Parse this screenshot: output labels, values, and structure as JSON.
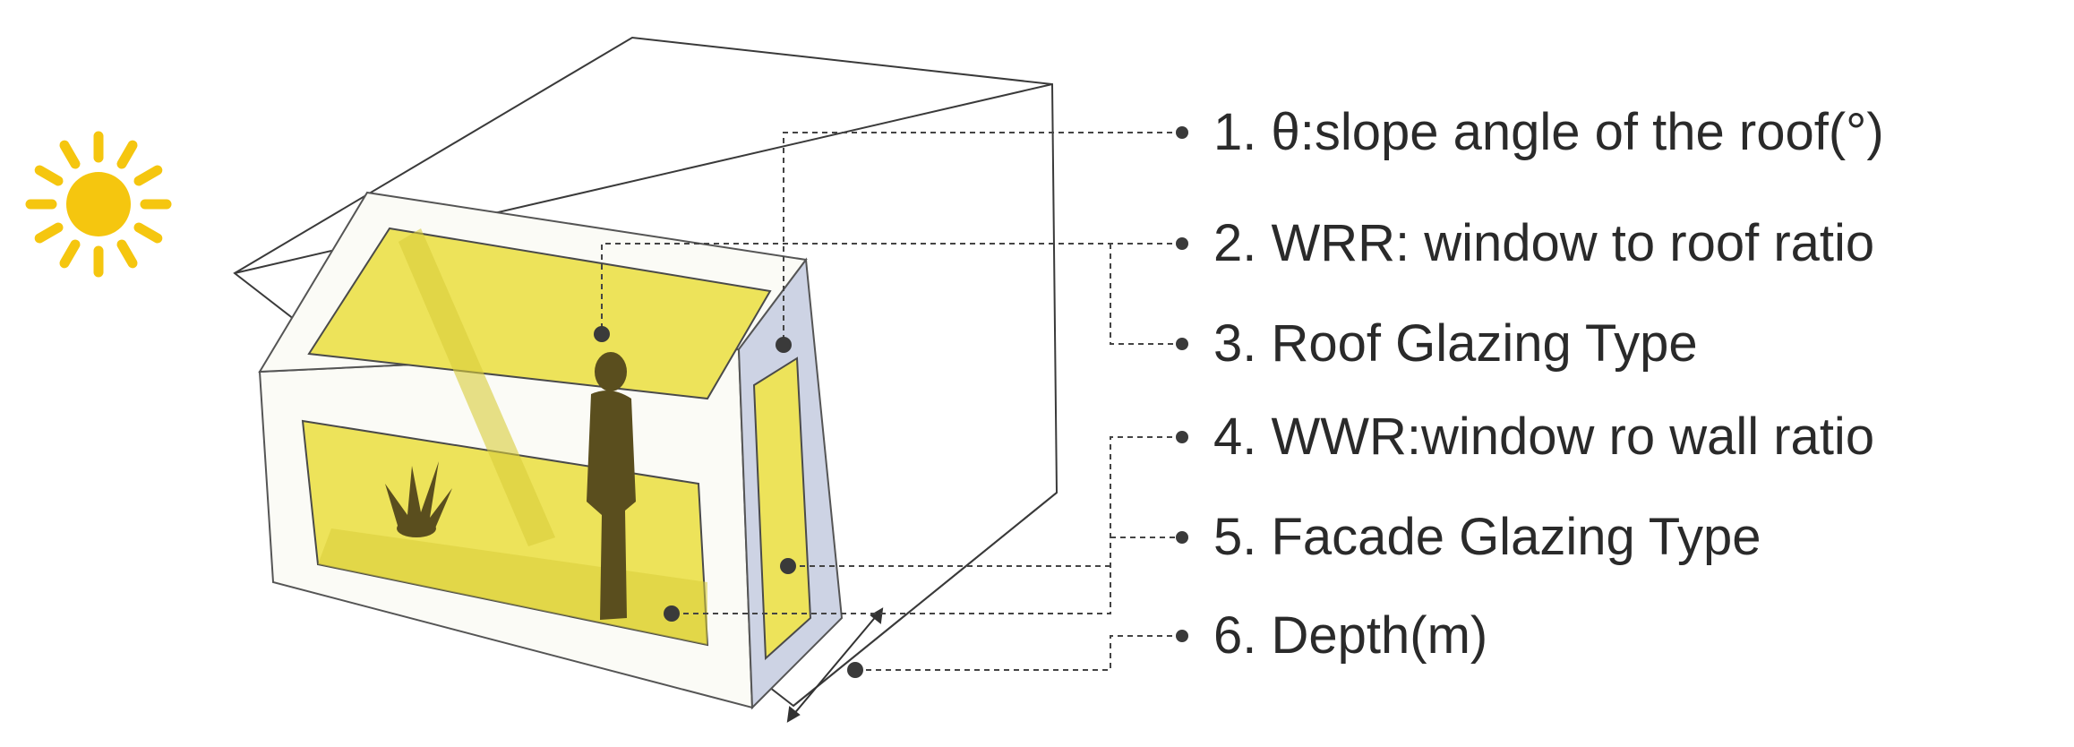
{
  "colors": {
    "glass": "#ede35a",
    "glass_dark": "#d9cd3a",
    "frame": "#fbfbf6",
    "side_wall": "#cdd3e4",
    "sun": "#f5c60f",
    "line": "#2f2f2f",
    "silhouette": "#5a4e1e"
  },
  "icons": {
    "sun": "sun-icon",
    "occupant": "person-silhouette-icon",
    "plant": "plant-icon"
  },
  "parameters": [
    {
      "number": "1.",
      "text": "θ:slope angle of the roof(°)"
    },
    {
      "number": "2.",
      "text": "WRR: window to roof ratio"
    },
    {
      "number": "3.",
      "text": "Roof Glazing Type"
    },
    {
      "number": "4.",
      "text": "WWR:window ro wall ratio"
    },
    {
      "number": "5.",
      "text": "Facade Glazing Type"
    },
    {
      "number": "6.",
      "text": "Depth(m)"
    }
  ]
}
